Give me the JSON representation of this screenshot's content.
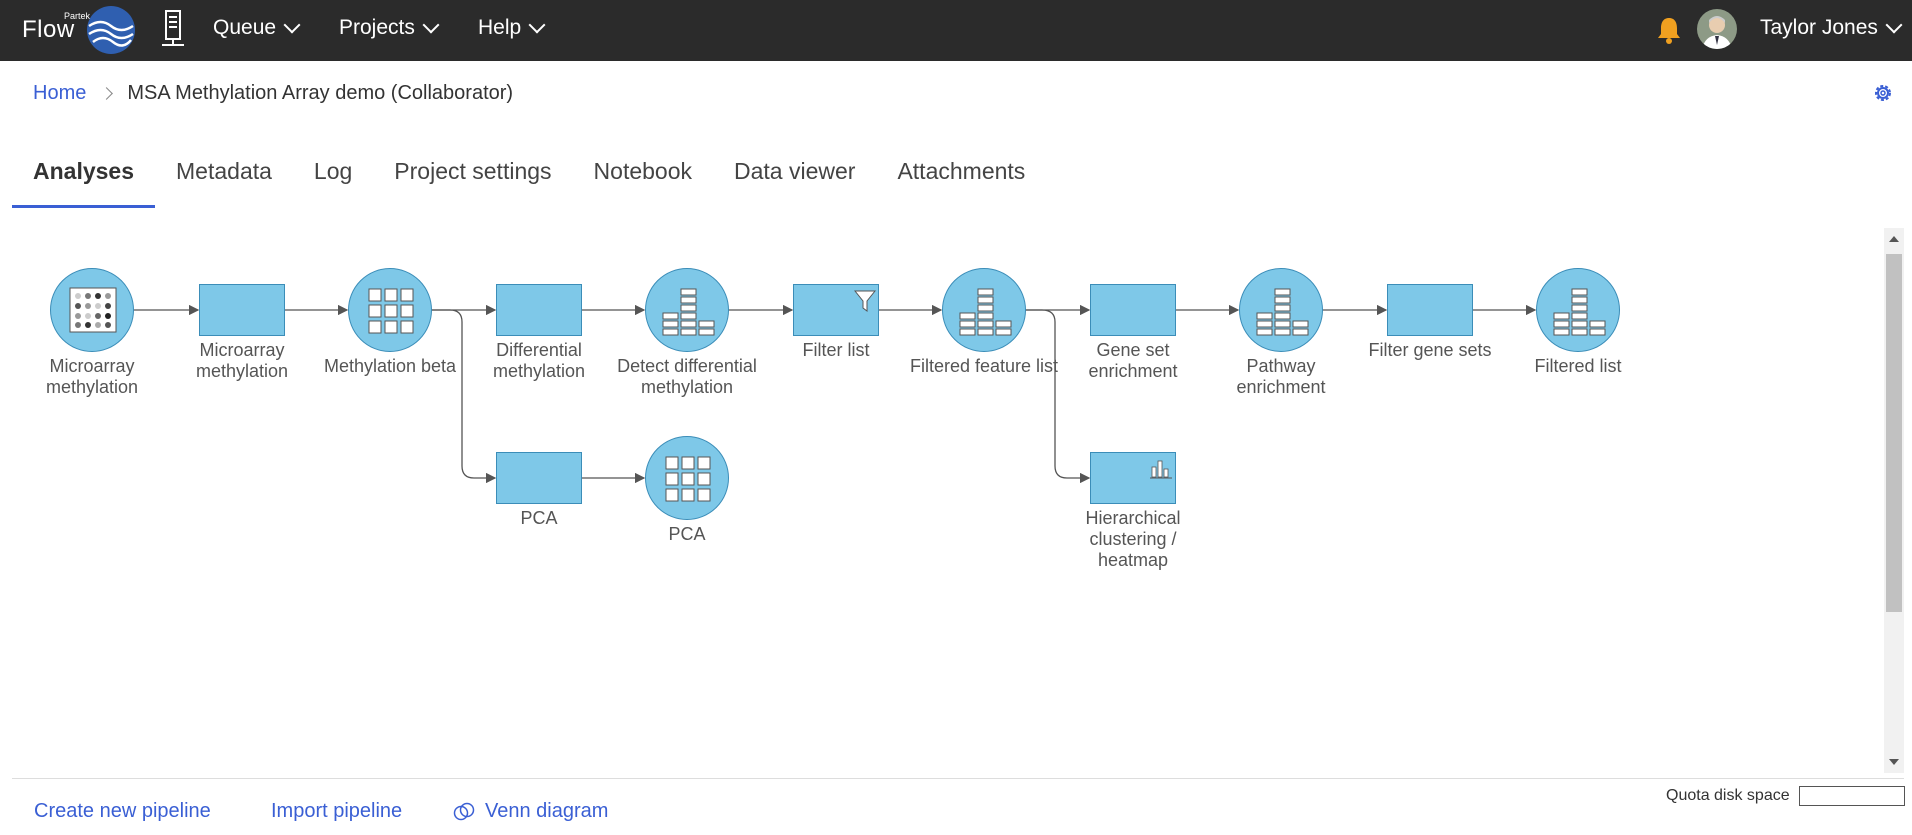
{
  "topbar": {
    "logo_small": "Partek",
    "logo_text": "Flow",
    "nav": [
      {
        "label": "Queue"
      },
      {
        "label": "Projects"
      },
      {
        "label": "Help"
      }
    ],
    "user_name": "Taylor Jones",
    "colors": {
      "background": "#2b2b2b",
      "bell": "#f0a020"
    }
  },
  "breadcrumb": {
    "home": "Home",
    "current": "MSA Methylation Array demo (Collaborator)"
  },
  "tabs": [
    {
      "label": "Analyses",
      "active": true
    },
    {
      "label": "Metadata"
    },
    {
      "label": "Log"
    },
    {
      "label": "Project settings"
    },
    {
      "label": "Notebook"
    },
    {
      "label": "Data viewer"
    },
    {
      "label": "Attachments"
    }
  ],
  "pipeline": {
    "nodes": [
      {
        "label": "Microarray methylation",
        "kind": "data",
        "icon": "dot-matrix-icon"
      },
      {
        "label": "Microarray methylation",
        "kind": "task"
      },
      {
        "label": "Methylation beta",
        "kind": "data",
        "icon": "grid-icon"
      },
      {
        "label": "Differential methylation",
        "kind": "task"
      },
      {
        "label": "Detect differential methylation",
        "kind": "data",
        "icon": "bar-table-icon"
      },
      {
        "label": "Filter list",
        "kind": "task",
        "icon": "filter-icon"
      },
      {
        "label": "Filtered feature list",
        "kind": "data",
        "icon": "bar-table-icon"
      },
      {
        "label": "Gene set enrichment",
        "kind": "task"
      },
      {
        "label": "Pathway enrichment",
        "kind": "data",
        "icon": "bar-table-icon"
      },
      {
        "label": "Filter gene sets",
        "kind": "task"
      },
      {
        "label": "Filtered list",
        "kind": "data",
        "icon": "bar-table-icon"
      },
      {
        "label": "PCA",
        "kind": "task"
      },
      {
        "label": "PCA",
        "kind": "data",
        "icon": "grid-icon"
      },
      {
        "label": "Hierarchical clustering / heatmap",
        "kind": "task",
        "icon": "bar-chart-icon"
      }
    ],
    "colors": {
      "fill": "#7ec8e8",
      "stroke": "#3b8db8",
      "edge": "#555555"
    }
  },
  "footer": {
    "create_pipeline": "Create new pipeline",
    "import_pipeline": "Import pipeline",
    "venn_diagram": "Venn diagram",
    "quota_label": "Quota disk space"
  }
}
